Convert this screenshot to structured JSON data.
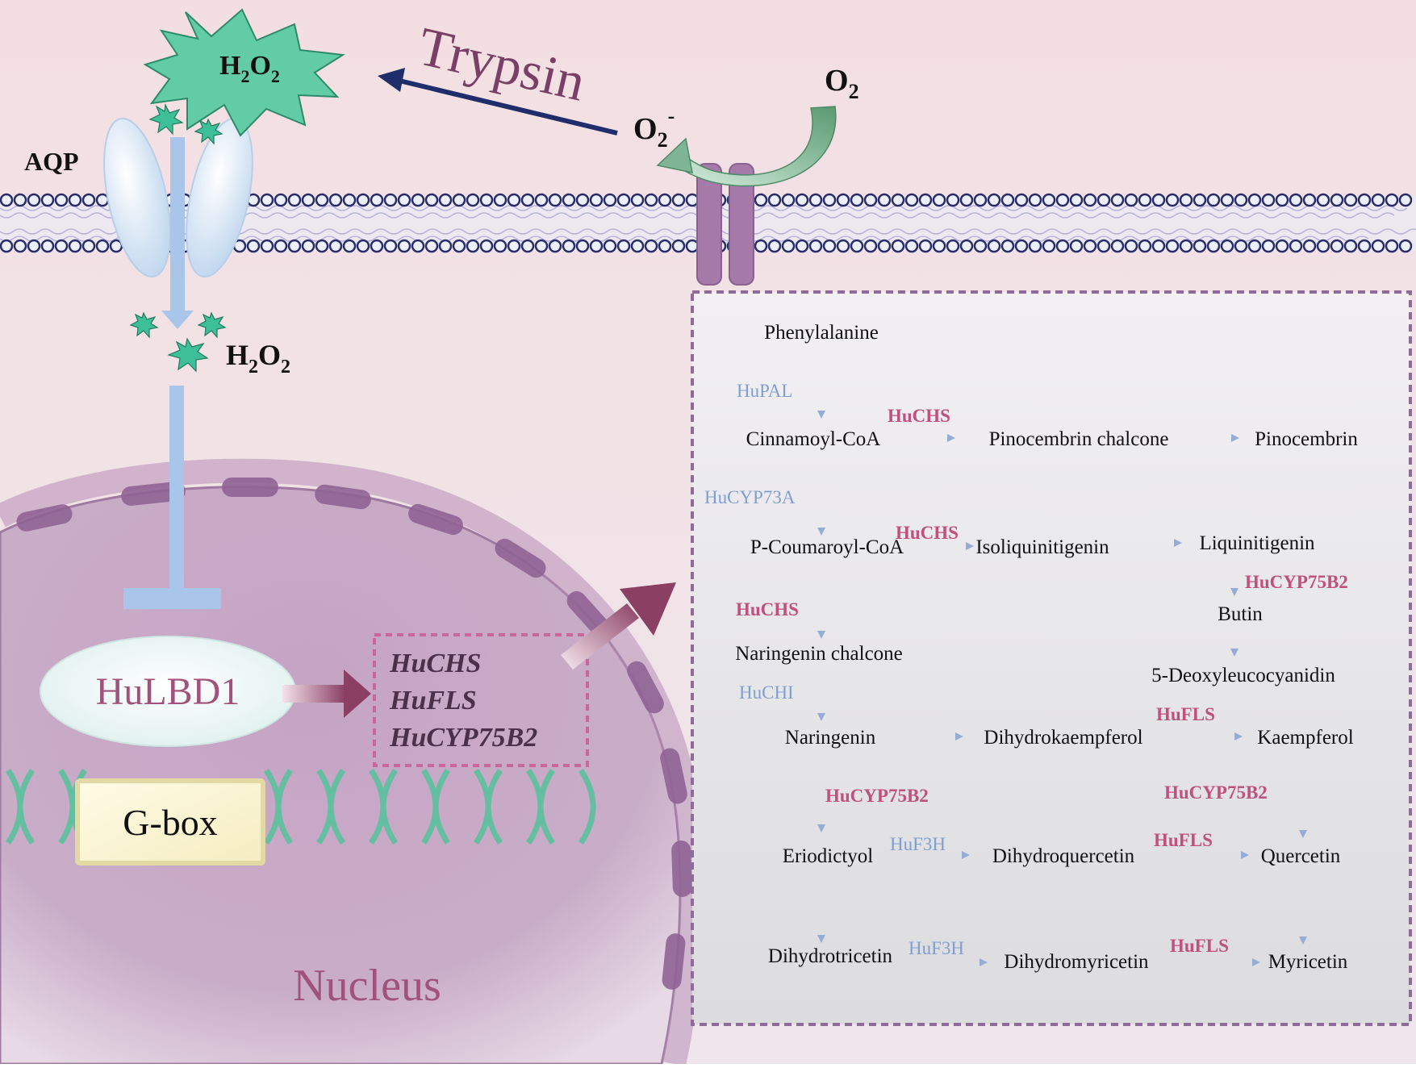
{
  "cell": {
    "h2o2_outside": {
      "base": "H",
      "sub1": "2",
      "mid": "O",
      "sub2": "2"
    },
    "h2o2_inside": {
      "base": "H",
      "sub1": "2",
      "mid": "O",
      "sub2": "2"
    },
    "trypsin": "Trypsin",
    "o2": {
      "base": "O",
      "sub": "2"
    },
    "superoxide": {
      "base": "O",
      "sub": "2",
      "sup": "-"
    },
    "aqp": "AQP",
    "hulbd1": "HuLBD1",
    "gbox": "G-box",
    "nucleus": "Nucleus",
    "target_genes": [
      "HuCHS",
      "HuFLS",
      "HuCYP75B2"
    ]
  },
  "pathway": {
    "metabolites": {
      "phenylalanine": "Phenylalanine",
      "cinnamoyl_coa": "Cinnamoyl-CoA",
      "pinocembrin_chalcone": "Pinocembrin chalcone",
      "pinocembrin": "Pinocembrin",
      "p_coumaroyl_coa": "P-Coumaroyl-CoA",
      "isoliquiritigenin": "Isoliquinitigenin",
      "liquiritigenin": "Liquinitigenin",
      "butin": "Butin",
      "deoxyleucocyanidin": "5-Deoxyleucocyanidin",
      "naringenin_chalcone": "Naringenin chalcone",
      "naringenin": "Naringenin",
      "dihydrokaempferol": "Dihydrokaempferol",
      "kaempferol": "Kaempferol",
      "eriodictyol": "Eriodictyol",
      "dihydroquercetin": "Dihydroquercetin",
      "quercetin": "Quercetin",
      "dihydrotricetin": "Dihydrotricetin",
      "dihydromyricetin": "Dihydromyricetin",
      "myricetin": "Myricetin"
    },
    "enzymes": {
      "hupal": "HuPAL",
      "hucyp73a": "HuCYP73A",
      "huchi": "HuCHI",
      "huf3h_1": "HuF3H",
      "huf3h_2": "HuF3H",
      "huchs_1": "HuCHS",
      "huchs_2": "HuCHS",
      "huchs_3": "HuCHS",
      "hucyp75b2_1": "HuCYP75B2",
      "hucyp75b2_2": "HuCYP75B2",
      "hucyp75b2_3": "HuCYP75B2",
      "hufls_1": "HuFLS",
      "hufls_2": "HuFLS",
      "hufls_3": "HuFLS"
    }
  },
  "colors": {
    "background_top": "#f3dfe3",
    "membrane_bead": "#2a2d6a",
    "h2o2_star": "#2bb38f",
    "nucleus_fill": "#c4a3c2",
    "nucleus_envelope": "#9a6a98",
    "enzyme_blue": "#7f9fd2",
    "enzyme_pink": "#c0507e",
    "dna": "#5fbf9f"
  }
}
